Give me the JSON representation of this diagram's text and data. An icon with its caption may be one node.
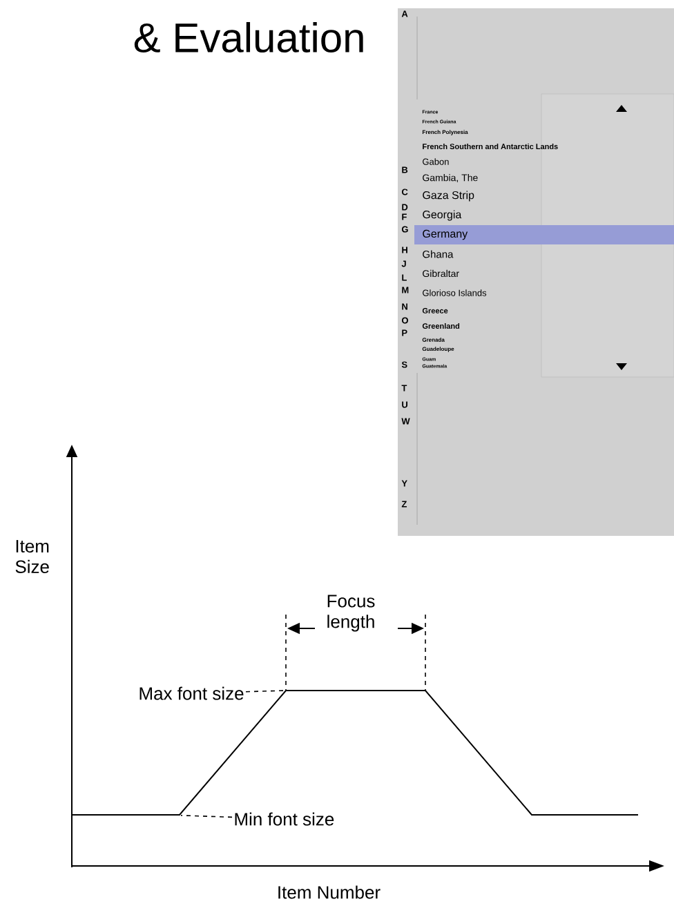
{
  "diagram": {
    "title": "& Evaluation",
    "nodes": [
      {
        "text": [
          "Max font size"
        ]
      },
      {
        "text": [
          "Min font size"
        ]
      },
      {
        "text": [],
        "shape": "line"
      }
    ],
    "edges": [
      {
        "from": 0,
        "to": 2,
        "arrow": "none",
        "style": "dashed"
      },
      {
        "from": 1,
        "to": 2,
        "arrow": "none",
        "style": "dashed"
      }
    ],
    "labels": [
      "A",
      "B",
      "C",
      "D",
      "F",
      "G",
      "H",
      "J",
      "L",
      "M",
      "N",
      "O",
      "P",
      "S",
      "T",
      "U",
      "W",
      "Y",
      "Z",
      "France",
      "French Guiana",
      "French Polynesia",
      "French Southern and Antarctic Lands",
      "Gabon",
      "Gambia, The",
      "Gaza Strip",
      "Georgia",
      "Germany",
      "Ghana",
      "Gibraltar",
      "Glorioso Islands",
      "Greece",
      "Greenland",
      "Grenada",
      "Guadeloupe",
      "Guam",
      "Guatemala",
      "Focus length",
      "Item Size",
      "Item Number"
    ]
  }
}
